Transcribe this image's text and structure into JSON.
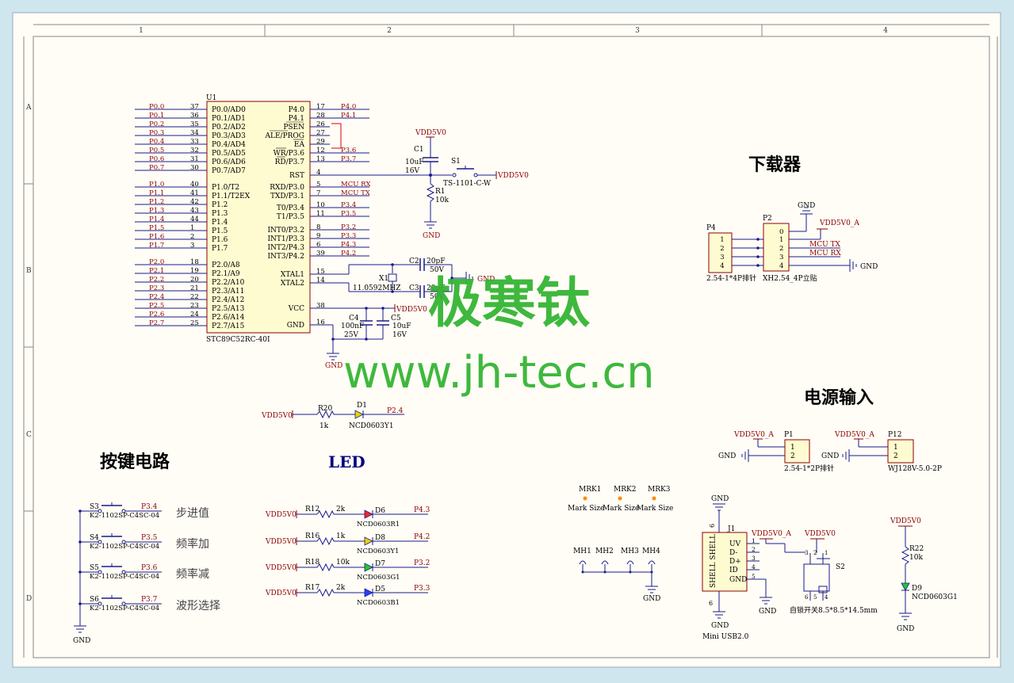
{
  "colors": {
    "background": "#cfe6ee",
    "sheet": "#fffdf6",
    "wire": "#1a1a8c",
    "net": "#8b0000",
    "pin_text": "#000080",
    "body_fill": "#fffbd0",
    "body_stroke": "#8b0000",
    "watermark": "#2fb32f",
    "grid_label": "#333333",
    "led_red": "#ff2222",
    "led_yellow": "#e8d400",
    "led_green": "#22cc22",
    "led_blue": "#2244ff",
    "mark_orange": "#ff8c00"
  },
  "border": {
    "columns": [
      "1",
      "2",
      "3",
      "4"
    ],
    "rows": [
      "A",
      "B",
      "C",
      "D"
    ]
  },
  "titles": {
    "downloader": "下载器",
    "power_input": "电源输入",
    "keys": "按键电路",
    "led": "LED"
  },
  "watermark": {
    "chinese": "极寒钛",
    "url": "www.jh-tec.cn"
  },
  "mcu": {
    "designator": "U1",
    "part": "STC89C52RC-40I",
    "left_pins": [
      {
        "net": "P0.0",
        "num": "37",
        "name": "P0.0/AD0"
      },
      {
        "net": "P0.1",
        "num": "36",
        "name": "P0.1/AD1"
      },
      {
        "net": "P0.2",
        "num": "35",
        "name": "P0.2/AD2"
      },
      {
        "net": "P0.3",
        "num": "34",
        "name": "P0.3/AD3"
      },
      {
        "net": "P0.4",
        "num": "33",
        "name": "P0.4/AD4"
      },
      {
        "net": "P0.5",
        "num": "32",
        "name": "P0.5/AD5"
      },
      {
        "net": "P0.6",
        "num": "31",
        "name": "P0.6/AD6"
      },
      {
        "net": "P0.7",
        "num": "30",
        "name": "P0.7/AD7"
      },
      {
        "net": "P1.0",
        "num": "40",
        "name": "P1.0/T2"
      },
      {
        "net": "P1.1",
        "num": "41",
        "name": "P1.1/T2EX"
      },
      {
        "net": "P1.2",
        "num": "42",
        "name": "P1.2"
      },
      {
        "net": "P1.3",
        "num": "43",
        "name": "P1.3"
      },
      {
        "net": "P1.4",
        "num": "44",
        "name": "P1.4"
      },
      {
        "net": "P1.5",
        "num": "1",
        "name": "P1.5"
      },
      {
        "net": "P1.6",
        "num": "2",
        "name": "P1.6"
      },
      {
        "net": "P1.7",
        "num": "3",
        "name": "P1.7"
      },
      {
        "net": "P2.0",
        "num": "18",
        "name": "P2.0/A8"
      },
      {
        "net": "P2.1",
        "num": "19",
        "name": "P2.1/A9"
      },
      {
        "net": "P2.2",
        "num": "20",
        "name": "P2.2/A10"
      },
      {
        "net": "P2.3",
        "num": "21",
        "name": "P2.3/A11"
      },
      {
        "net": "P2.4",
        "num": "22",
        "name": "P2.4/A12"
      },
      {
        "net": "P2.5",
        "num": "23",
        "name": "P2.5/A13"
      },
      {
        "net": "P2.6",
        "num": "24",
        "name": "P2.6/A14"
      },
      {
        "net": "P2.7",
        "num": "25",
        "name": "P2.7/A15"
      }
    ],
    "right_pins": [
      {
        "net": "P4.0",
        "num": "17",
        "name": "P4.0"
      },
      {
        "net": "P4.1",
        "num": "28",
        "name": "P4.1"
      },
      {
        "net": "",
        "num": "26",
        "name": "PSEN"
      },
      {
        "net": "",
        "num": "27",
        "name": "ALE/PROG"
      },
      {
        "net": "",
        "num": "29",
        "name": "EA"
      },
      {
        "net": "P3.6",
        "num": "12",
        "name": "WR/P3.6"
      },
      {
        "net": "P3.7",
        "num": "13",
        "name": "RD/P3.7"
      },
      {
        "net": "",
        "num": "4",
        "name": "RST"
      },
      {
        "net": "MCU RX",
        "num": "5",
        "name": "RXD/P3.0"
      },
      {
        "net": "MCU TX",
        "num": "7",
        "name": "TXD/P3.1"
      },
      {
        "net": "P3.4",
        "num": "10",
        "name": "T0/P3.4"
      },
      {
        "net": "P3.5",
        "num": "11",
        "name": "T1/P3.5"
      },
      {
        "net": "P3.2",
        "num": "8",
        "name": "INT0/P3.2"
      },
      {
        "net": "P3.3",
        "num": "9",
        "name": "INT1/P3.3"
      },
      {
        "net": "P4.3",
        "num": "6",
        "name": "INT2/P4.3"
      },
      {
        "net": "P4.2",
        "num": "39",
        "name": "INT3/P4.2"
      },
      {
        "net": "",
        "num": "15",
        "name": "XTAL1"
      },
      {
        "net": "",
        "num": "14",
        "name": "XTAL2"
      },
      {
        "net": "",
        "num": "38",
        "name": "VCC"
      },
      {
        "net": "",
        "num": "16",
        "name": "GND"
      }
    ]
  },
  "reset": {
    "vdd": "VDD5V0",
    "c1_ref": "C1",
    "c1_val": "10uF",
    "c1_volt": "16V",
    "s1_ref": "S1",
    "s1_part": "TS-1101-C-W",
    "s1_net": "VDD5V0",
    "r1_ref": "R1",
    "r1_val": "10k",
    "gnd": "GND"
  },
  "crystal": {
    "c2_ref": "C2",
    "c2_val": "20pF",
    "c2_volt": "50V",
    "c3_ref": "C3",
    "c3_val": "20pF",
    "c3_volt": "50V",
    "x1_ref": "X1",
    "x1_val": "11.0592MHZ",
    "gnd": "GND"
  },
  "decoupling": {
    "vdd": "VDD5V0",
    "c4_ref": "C4",
    "c4_val": "100nF",
    "c4_volt": "25V",
    "c5_ref": "C5",
    "c5_val": "10uF",
    "c5_volt": "16V",
    "gnd": "GND"
  },
  "led_indicator": {
    "vdd": "VDD5V0",
    "r_ref": "R20",
    "r_val": "1k",
    "d_ref": "D1",
    "d_part": "NCD0603Y1",
    "net": "P2.4"
  },
  "downloader": {
    "p4_ref": "P4",
    "p4_pins": [
      "1",
      "2",
      "3",
      "4"
    ],
    "p4_part": "2.54-1*4P排针",
    "p2_ref": "P2",
    "p2_pins": [
      "0",
      "1",
      "2",
      "3",
      "4"
    ],
    "p2_part": "XH2.54_4P立贴",
    "gnd_top": "GND",
    "vdd": "VDD5V0_A",
    "net_tx": "MCU TX",
    "net_rx": "MCU RX",
    "gnd_right": "GND"
  },
  "power": {
    "p1_vdd": "VDD5V0_A",
    "p1_ref": "P1",
    "p1_part": "2.54-1*2P排针",
    "p1_gnd": "GND",
    "p12_vdd": "VDD5V0_A",
    "p12_ref": "P12",
    "p12_part": "WJ128V-5.0-2P",
    "p12_gnd": "GND",
    "pins": [
      "1",
      "2"
    ]
  },
  "keys": [
    {
      "ref": "S3",
      "part": "K2-1102SP-C4SC-04",
      "net": "P3.4",
      "label": "步进值"
    },
    {
      "ref": "S4",
      "part": "K2-1102SP-C4SC-04",
      "net": "P3.5",
      "label": "频率加"
    },
    {
      "ref": "S5",
      "part": "K2-1102SP-C4SC-04",
      "net": "P3.6",
      "label": "频率减"
    },
    {
      "ref": "S6",
      "part": "K2-1102SP-C4SC-04",
      "net": "P3.7",
      "label": "波形选择"
    }
  ],
  "keys_gnd": "GND",
  "leds": [
    {
      "vdd": "VDD5V0",
      "r_ref": "R12",
      "r_val": "2k",
      "d_ref": "D6",
      "d_part": "NCD0603R1",
      "net": "P4.3",
      "color": "red"
    },
    {
      "vdd": "VDD5V0",
      "r_ref": "R16",
      "r_val": "1k",
      "d_ref": "D8",
      "d_part": "NCD0603Y1",
      "net": "P4.2",
      "color": "yellow"
    },
    {
      "vdd": "VDD5V0",
      "r_ref": "R18",
      "r_val": "10k",
      "d_ref": "D7",
      "d_part": "NCD0603G1",
      "net": "P3.2",
      "color": "green"
    },
    {
      "vdd": "VDD5V0",
      "r_ref": "R17",
      "r_val": "2k",
      "d_ref": "D5",
      "d_part": "NCD0603B1",
      "net": "P3.3",
      "color": "blue"
    }
  ],
  "marks": [
    {
      "ref": "MRK1",
      "label": "Mark Size"
    },
    {
      "ref": "MRK2",
      "label": "Mark Size"
    },
    {
      "ref": "MRK3",
      "label": "Mark Size"
    }
  ],
  "mounting_holes": [
    "MH1",
    "MH2",
    "MH3",
    "MH4"
  ],
  "mh_gnd": "GND",
  "usb": {
    "gnd_top": "GND",
    "ref": "J1",
    "part": "Mini USB2.0",
    "gnd_bottom": "GND",
    "shell_label": "SHELL SHELL",
    "pins": [
      "UV",
      "D-",
      "D+",
      "ID",
      "GND"
    ],
    "pin_nums": [
      "1",
      "2",
      "3",
      "4",
      "5"
    ],
    "shell_num": "6",
    "vdd_a": "VDD5V0_A",
    "vdd": "VDD5V0",
    "gnd_mid": "GND",
    "s2_ref": "S2",
    "s2_part": "自锁开关8.5*8.5*14.5mm",
    "s2_pins": [
      "3",
      "2",
      "1",
      "6",
      "5",
      "4"
    ]
  },
  "power_led": {
    "vdd": "VDD5V0",
    "r_ref": "R22",
    "r_val": "10k",
    "d_ref": "D9",
    "d_part": "NCD0603G1",
    "gnd": "GND"
  }
}
